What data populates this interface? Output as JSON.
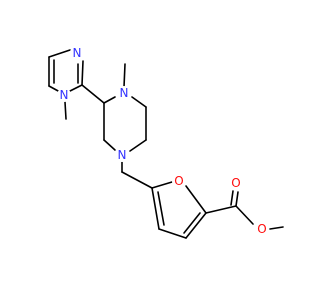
{
  "molecule": {
    "atoms": {
      "imidazole_n3": {
        "symbol": "N",
        "color": "#3333ff"
      },
      "imidazole_n1": {
        "symbol": "N",
        "color": "#3333ff"
      },
      "piperazine_n4": {
        "symbol": "N",
        "color": "#3333ff"
      },
      "piperazine_n1": {
        "symbol": "N",
        "color": "#3333ff"
      },
      "furan_o": {
        "symbol": "O",
        "color": "#ff0d0d"
      },
      "carbonyl_o": {
        "symbol": "O",
        "color": "#ff0d0d"
      },
      "ester_o": {
        "symbol": "O",
        "color": "#ff0d0d"
      }
    },
    "bond_color": "#000000"
  }
}
